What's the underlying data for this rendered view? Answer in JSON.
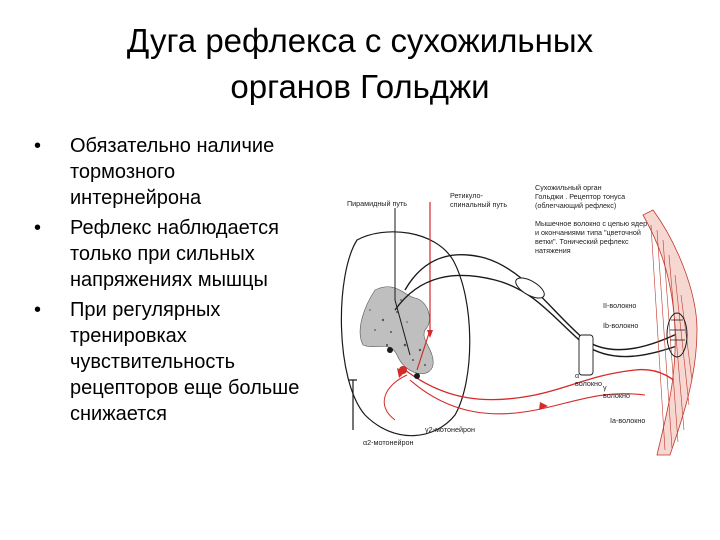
{
  "title": {
    "line1": "Дуга рефлекса с сухожильных",
    "line2": "органов Гольджи"
  },
  "bullets": [
    {
      "lines": [
        "Обязательно наличие",
        "тормозного",
        "интернейрона"
      ]
    },
    {
      "lines": [
        "Рефлекс наблюдается",
        "только при сильных",
        "напряжениях мышцы"
      ]
    },
    {
      "lines": [
        "При регулярных",
        "тренировках",
        "чувствительность",
        "рецепторов еще больше",
        "снижается"
      ]
    }
  ],
  "diagram": {
    "labels": {
      "pyramidal": "Пирамидный путь",
      "reticulo_1": "Ретикуло-",
      "reticulo_2": "спинальный путь",
      "golgi_1": "Сухожильный орган",
      "golgi_2": "Гольджи . Рецептор тонуса",
      "golgi_3": "(облегчающий рефлекс)",
      "spindle_1": "Мышечное волокно с цепью ядер",
      "spindle_2": "и окончаниями типа \"цветочной",
      "spindle_3": "ветки\". Тонический рефлекс",
      "spindle_4": "натяжения",
      "fiber_II": "II-волокно",
      "fiber_Ib": "Ib-волокно",
      "alpha_1": "α",
      "alpha_2": "волокно",
      "gamma_1": "γ",
      "gamma_2": "волокно",
      "gamma_motor": "γ2-мотонейрон",
      "alpha_motor": "α2-мотонейрон",
      "fiber_Ia": "Ia-волокно"
    },
    "colors": {
      "red_pathway": "#d42a2a",
      "black_pathway": "#1a1a1a",
      "muscle": "#c0392b",
      "grey_matter": "#8a8a8a"
    }
  }
}
